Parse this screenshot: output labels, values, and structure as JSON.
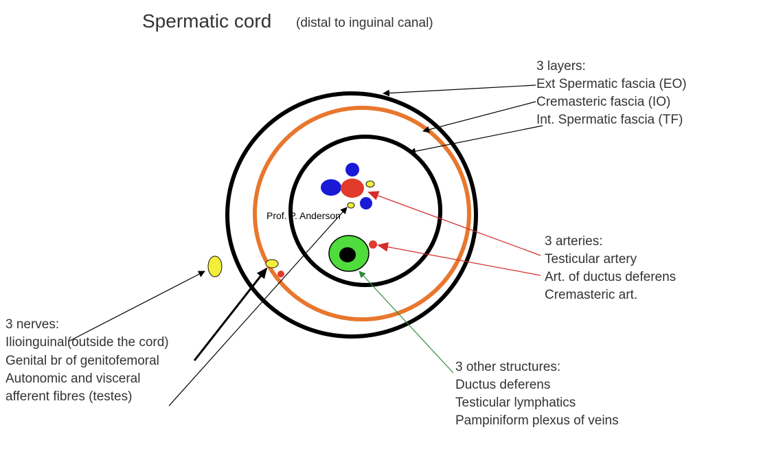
{
  "title": {
    "main": "Spermatic cord",
    "sub": "(distal to inguinal  canal)"
  },
  "layers": {
    "heading": "3 layers:",
    "items": [
      "Ext Spermatic fascia (EO)",
      "Cremasteric fascia  (IO)",
      "Int. Spermatic fascia (TF)"
    ]
  },
  "arteries": {
    "heading": "3 arteries:",
    "items": [
      "Testicular artery",
      "Art. of ductus deferens",
      "Cremasteric art."
    ]
  },
  "nerves": {
    "heading": "3 nerves:",
    "items": [
      "Ilioinguinal(outside the cord)",
      "Genital br of genitofemoral",
      "Autonomic and visceral",
      "afferent fibres (testes)"
    ]
  },
  "other": {
    "heading": "3 other structures:",
    "items": [
      "Ductus deferens",
      "Testicular lymphatics",
      "Pampiniform plexus of veins"
    ]
  },
  "watermark": "Prof. P. Anderson",
  "colors": {
    "layer_outline": "#000000",
    "cremasteric_layer": "#e8772e",
    "artery": "#e23b2b",
    "vein": "#1a1ad6",
    "nerve": "#f2ee3a",
    "ductus": "#4fdc3c",
    "arrow_red": "#d42b2b",
    "arrow_green": "#2e8b3a"
  }
}
